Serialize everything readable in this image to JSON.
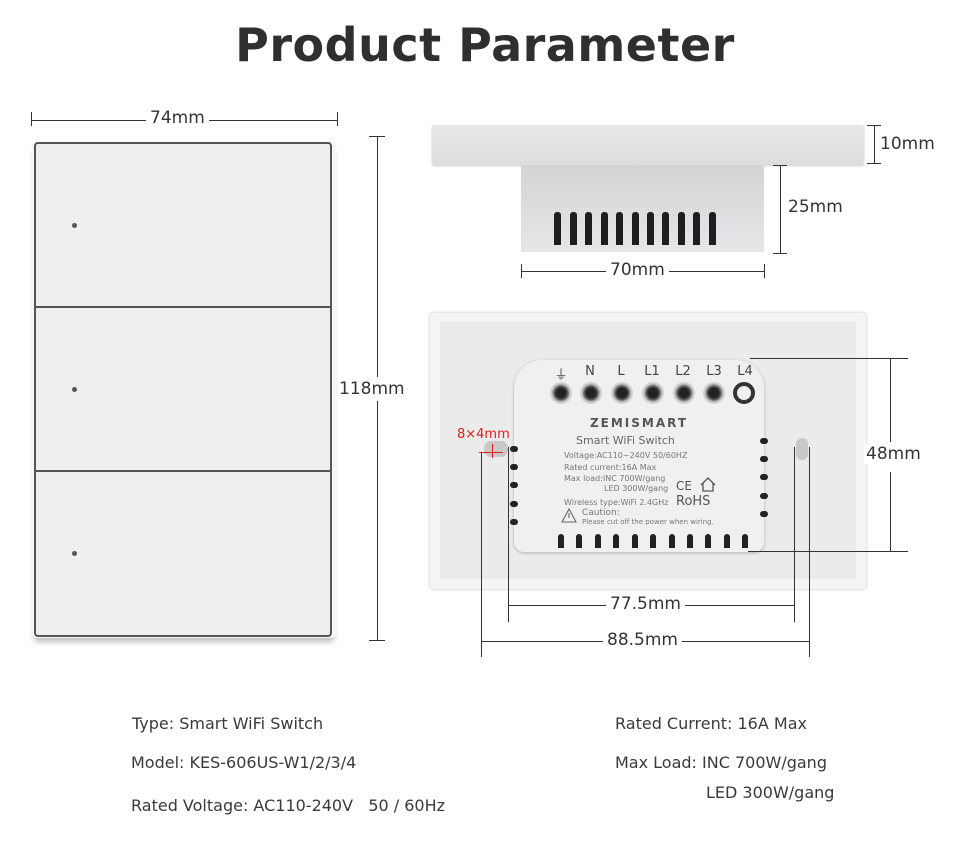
{
  "title": "Product Parameter",
  "dimensions": {
    "front_width": "74mm",
    "front_height": "118mm",
    "plate_thickness": "10mm",
    "box_depth": "25mm",
    "box_width": "70mm",
    "module_height": "48mm",
    "hole_size": "8×4mm",
    "inner_hole_spacing": "77.5mm",
    "outer_hole_spacing": "88.5mm"
  },
  "front_panel": {
    "gang_count": 3
  },
  "module_label": {
    "terminals": [
      "⏚",
      "N",
      "L",
      "L1",
      "L2",
      "L3",
      "L4"
    ],
    "brand": "ZEMISMART",
    "product": "Smart WiFi Switch",
    "voltage": "Voltage:AC110~240V   50/60HZ",
    "rated_current": "Rated current:16A Max",
    "max_load_inc": "Max load:INC 700W/gang",
    "max_load_led": "LED 300W/gang",
    "wireless": "Wireless type:WiFi 2.4GHz",
    "ce_mark": "CE",
    "rohs": "RoHS",
    "caution_title": "Caution:",
    "caution_text": "Please cut off the power when wiring."
  },
  "specs": {
    "type": "Type: Smart WiFi Switch",
    "model": "Model: KES-606US-W1/2/3/4",
    "rated_voltage": "Rated Voltage: AC110-240V   50 / 60Hz",
    "rated_current": "Rated Current: 16A Max",
    "max_load": "Max Load: INC 700W/gang",
    "max_load_led": "LED 300W/gang"
  }
}
